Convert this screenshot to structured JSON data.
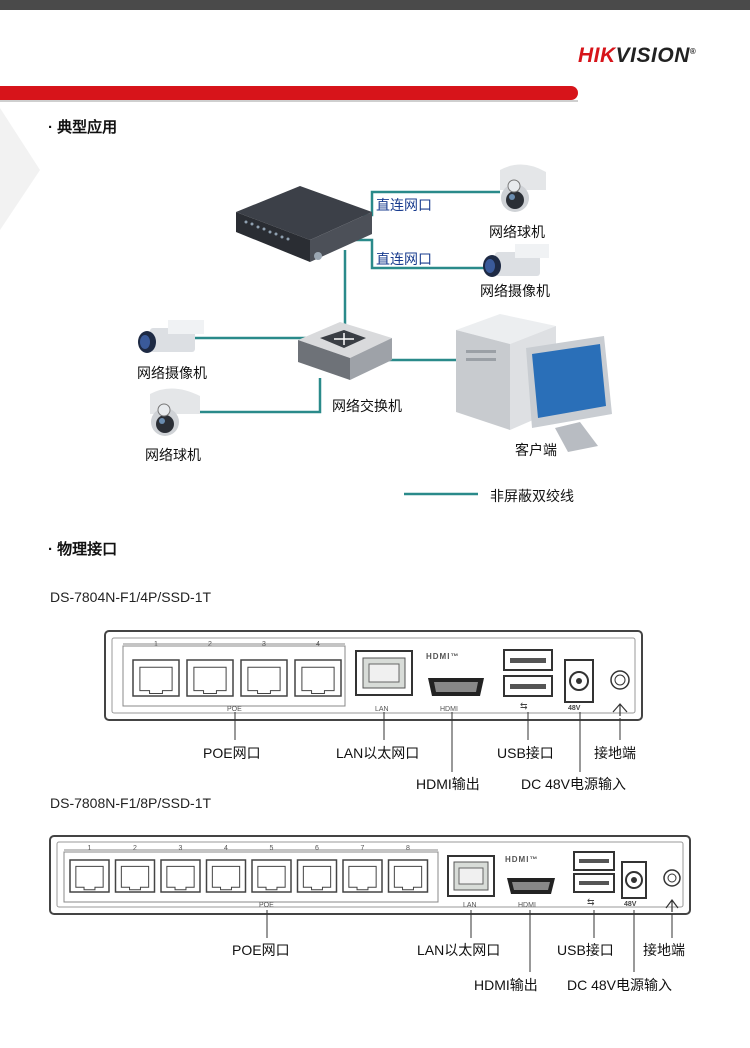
{
  "header": {
    "logo_hik": "HIK",
    "logo_vision": "VISION",
    "logo_mark": "®",
    "brand_color": "#d7141a"
  },
  "section1": {
    "title": "· 典型应用",
    "labels": {
      "direct_port_1": "直连网口",
      "direct_port_2": "直连网口",
      "dome_camera_right": "网络球机",
      "bullet_camera_right": "网络摄像机",
      "bullet_camera_left": "网络摄像机",
      "dome_camera_left": "网络球机",
      "switch": "网络交换机",
      "client": "客户端",
      "legend": "非屏蔽双绞线"
    },
    "line_color": "#2a8a8a"
  },
  "section2": {
    "title": "· 物理接口",
    "device1": {
      "model": "DS-7804N-F1/4P/SSD-1T",
      "port_numbers": [
        "1",
        "2",
        "3",
        "4"
      ],
      "panel_poe": "POE",
      "panel_lan": "LAN",
      "panel_hdmi": "HDMI",
      "panel_hdmi_logo": "HDMI™",
      "panel_48v": "48V",
      "callouts": {
        "poe": "POE网口",
        "lan": "LAN以太网口",
        "hdmi": "HDMI输出",
        "usb": "USB接口",
        "dc": "DC 48V电源输入",
        "ground": "接地端"
      }
    },
    "device2": {
      "model": "DS-7808N-F1/8P/SSD-1T",
      "port_numbers": [
        "1",
        "2",
        "3",
        "4",
        "5",
        "6",
        "7",
        "8"
      ],
      "panel_poe": "POE",
      "panel_lan": "LAN",
      "panel_hdmi": "HDMI",
      "panel_hdmi_logo": "HDMI™",
      "panel_48v": "48V",
      "callouts": {
        "poe": "POE网口",
        "lan": "LAN以太网口",
        "hdmi": "HDMI输出",
        "usb": "USB接口",
        "dc": "DC 48V电源输入",
        "ground": "接地端"
      }
    }
  }
}
